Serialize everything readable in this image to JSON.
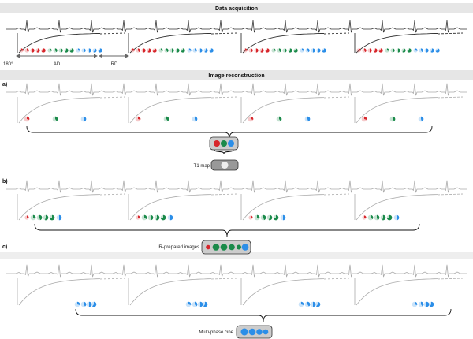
{
  "headers": {
    "acquisition": "Data acquisition",
    "reconstruction": "Image reconstruction"
  },
  "acquisition_labels": {
    "inversion": "180°",
    "ad": "AD",
    "rd": "RD"
  },
  "panels": [
    {
      "letter": "a)",
      "result_label": "T1 map"
    },
    {
      "letter": "b)",
      "result_label": "IR-prepared images"
    },
    {
      "letter": "c)",
      "result_label": "Multi-phase cine"
    }
  ],
  "colors": {
    "red": "#d7262b",
    "green": "#1a8a4a",
    "blue": "#2b8ee8",
    "ecg_dark": "#333333",
    "ecg_light": "#aaaaaa",
    "header_bg": "#e6e6e6",
    "box_fill": "#cccccc"
  },
  "icons": [
    "ecg-trace",
    "recovery-curve",
    "pie-dot",
    "curly-brace",
    "arrow"
  ]
}
